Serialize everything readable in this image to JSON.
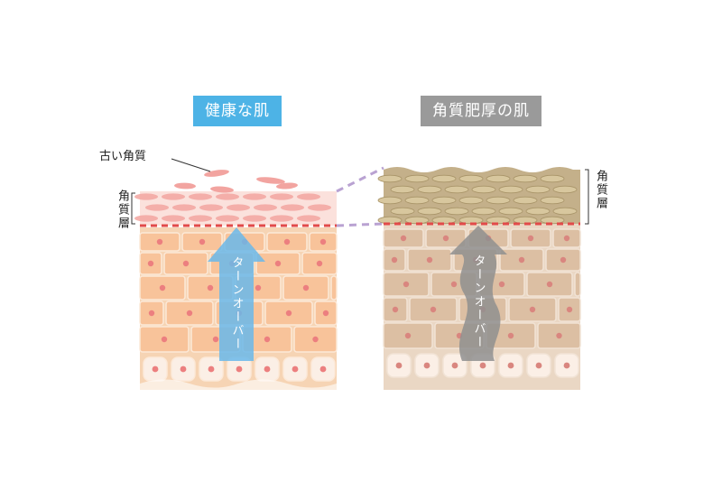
{
  "left_panel": {
    "title": "健康な肌",
    "title_color": "#4db3e6",
    "old_keratin_label": "古い角質",
    "stratum_label": "角質層",
    "turnover_label": "ターンオーバー",
    "arrow_color": "#6ab8ea",
    "skin_color": "#f6d4b4",
    "cell_color": "#f8c39a",
    "nucleus_color": "#ec7f7f",
    "flake_color": "#f2a4a0"
  },
  "right_panel": {
    "title": "角質肥厚の肌",
    "title_color": "#9a9a9a",
    "stratum_label": "角質層",
    "turnover_label": "ターンオーバー",
    "arrow_color": "#8f8f8f",
    "skin_color": "#ead7c4",
    "cell_color": "#dcbfa3",
    "nucleus_color": "#d9867f",
    "thick_layer_color": "#c4b08a"
  },
  "connector_color": "#b9a2d2",
  "boundary_color": "#e24a4a"
}
